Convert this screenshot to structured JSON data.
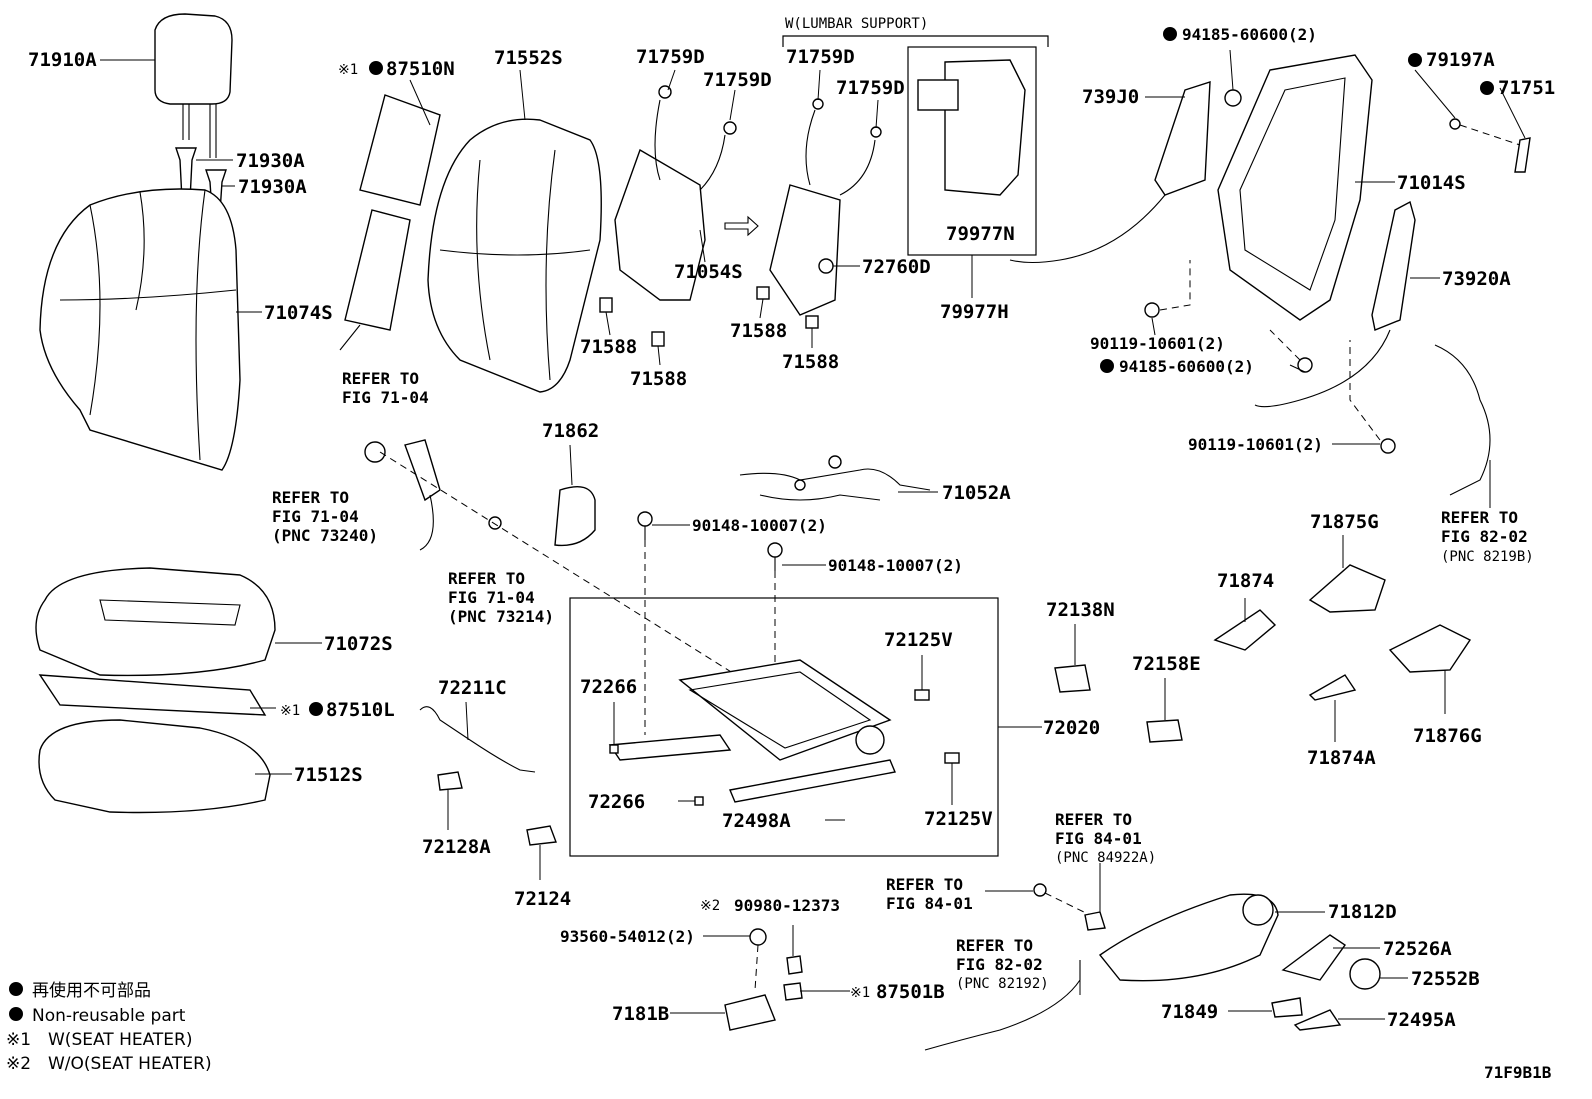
{
  "diagram_code": "71F9B1B",
  "parts": {
    "p71910A": "71910A",
    "p71930A_1": "71930A",
    "p71930A_2": "71930A",
    "p71074S": "71074S",
    "p87510N": "87510N",
    "p71552S": "71552S",
    "p71759D_1": "71759D",
    "p71759D_2": "71759D",
    "p71759D_3": "71759D",
    "p71759D_4": "71759D",
    "p71054S": "71054S",
    "p71588_1": "71588",
    "p71588_2": "71588",
    "p71588_3": "71588",
    "p71588_4": "71588",
    "p72760D": "72760D",
    "p79977N": "79977N",
    "p79977H": "79977H",
    "p94185_1": "94185-60600(2)",
    "p73930": "739J0",
    "p79197A": "79197A",
    "p71751": "71751",
    "p71014S": "71014S",
    "p73920A": "73920A",
    "p90119_1": "90119-10601(2)",
    "p94185_2": "94185-60600(2)",
    "p90119_2": "90119-10601(2)",
    "p71862": "71862",
    "p71052A": "71052A",
    "p90148_1": "90148-10007(2)",
    "p90148_2": "90148-10007(2)",
    "p71072S": "71072S",
    "p87510L": "87510L",
    "p71512S": "71512S",
    "p72211C": "72211C",
    "p72128A": "72128A",
    "p72124": "72124",
    "p72266_1": "72266",
    "p72266_2": "72266",
    "p72125V_1": "72125V",
    "p72125V_2": "72125V",
    "p72020": "72020",
    "p72498A": "72498A",
    "p72138N": "72138N",
    "p72158E": "72158E",
    "p71875G": "71875G",
    "p71874": "71874",
    "p71874A": "71874A",
    "p71876G": "71876G",
    "p71812D": "71812D",
    "p72526A": "72526A",
    "p72552B": "72552B",
    "p71849": "71849",
    "p72495A": "72495A",
    "p90980": "90980-12373",
    "p93560": "93560-54012(2)",
    "p71818": "7181B",
    "p87501B": "87501B"
  },
  "refs": {
    "lumbar": "W(LUMBAR SUPPORT)",
    "r1_l1": "REFER TO",
    "r1_l2": "FIG 71-04",
    "r2_l1": "REFER TO",
    "r2_l2": "FIG 71-04",
    "r2_l3": "(PNC 73240)",
    "r3_l1": "REFER TO",
    "r3_l2": "FIG 71-04",
    "r3_l3": "(PNC 73214)",
    "r4_l1": "REFER TO",
    "r4_l2": "FIG 82-02",
    "r4_l3": "(PNC 8219B)",
    "r5_l1": "REFER TO",
    "r5_l2": "FIG 84-01",
    "r5_l3": "(PNC 84922A)",
    "r6_l1": "REFER TO",
    "r6_l2": "FIG 84-01",
    "r7_l1": "REFER TO",
    "r7_l2": "FIG 82-02",
    "r7_l3": "(PNC 82192)"
  },
  "marks": {
    "note1": "※1",
    "note2": "※2"
  },
  "legend": {
    "jp": "再使用不可部品",
    "en": "Non-reusable part",
    "n1": "W(SEAT HEATER)",
    "n2": "W/O(SEAT HEATER)"
  }
}
